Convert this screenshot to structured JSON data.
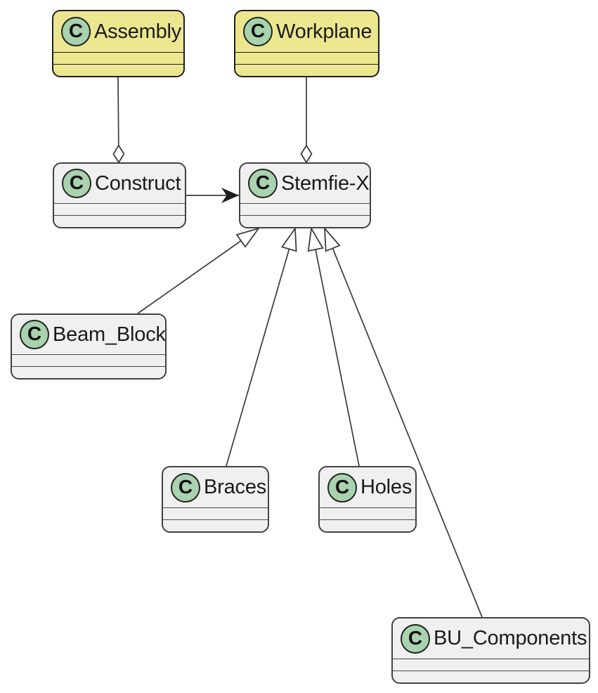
{
  "diagram": {
    "type": "uml-class-diagram",
    "icon_letter": "C",
    "colors": {
      "background": "#FFFFFF",
      "class_fill_yellow": "#ECE78F",
      "class_fill_gray": "#F0F0F0",
      "icon_circle_green": "#A9D2AE",
      "edge_color": "#3c3c3c",
      "text_color": "#1c1b1a"
    },
    "classes": [
      {
        "name": "Assembly",
        "fill": "yellow"
      },
      {
        "name": "Workplane",
        "fill": "yellow"
      },
      {
        "name": "Construct",
        "fill": "gray"
      },
      {
        "name": "Stemfie-X",
        "fill": "gray"
      },
      {
        "name": "Beam_Block",
        "fill": "gray"
      },
      {
        "name": "Braces",
        "fill": "gray"
      },
      {
        "name": "Holes",
        "fill": "gray"
      },
      {
        "name": "BU_Components",
        "fill": "gray"
      }
    ],
    "relationships": [
      {
        "from": "Assembly",
        "to": "Construct",
        "type": "aggregation"
      },
      {
        "from": "Workplane",
        "to": "Stemfie-X",
        "type": "aggregation"
      },
      {
        "from": "Construct",
        "to": "Stemfie-X",
        "type": "directed-association"
      },
      {
        "from": "Beam_Block",
        "to": "Stemfie-X",
        "type": "inheritance"
      },
      {
        "from": "Braces",
        "to": "Stemfie-X",
        "type": "inheritance"
      },
      {
        "from": "Holes",
        "to": "Stemfie-X",
        "type": "inheritance"
      },
      {
        "from": "BU_Components",
        "to": "Stemfie-X",
        "type": "inheritance"
      }
    ]
  }
}
